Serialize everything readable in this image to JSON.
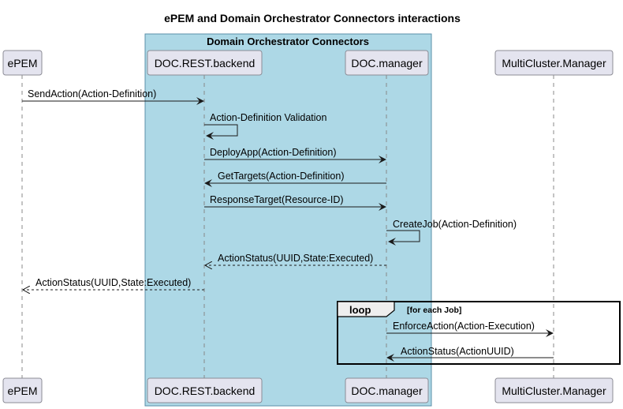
{
  "title": "ePEM and Domain Orchestrator Connectors interactions",
  "box": {
    "title": "Domain Orchestrator Connectors",
    "color": "#add8e6"
  },
  "participants": [
    {
      "id": "epem",
      "label": "ePEM"
    },
    {
      "id": "rest",
      "label": "DOC.REST.backend"
    },
    {
      "id": "mgr",
      "label": "DOC.manager"
    },
    {
      "id": "mc",
      "label": "MultiCluster.Manager"
    }
  ],
  "messages": [
    {
      "from": "epem",
      "to": "rest",
      "label": "SendAction(Action-Definition)",
      "style": "solid"
    },
    {
      "from": "rest",
      "to": "rest",
      "label": "Action-Definition Validation",
      "style": "solid"
    },
    {
      "from": "rest",
      "to": "mgr",
      "label": "DeployApp(Action-Definition)",
      "style": "solid"
    },
    {
      "from": "mgr",
      "to": "rest",
      "label": "GetTargets(Action-Definition)",
      "style": "solid"
    },
    {
      "from": "rest",
      "to": "mgr",
      "label": "ResponseTarget(Resource-ID)",
      "style": "solid"
    },
    {
      "from": "mgr",
      "to": "mgr",
      "label": "CreateJob(Action-Definition)",
      "style": "solid"
    },
    {
      "from": "mgr",
      "to": "rest",
      "label": "ActionStatus(UUID,State:Executed)",
      "style": "dashed"
    },
    {
      "from": "rest",
      "to": "epem",
      "label": "ActionStatus(UUID,State:Executed)",
      "style": "dashed"
    },
    {
      "from": "mgr",
      "to": "mc",
      "label": "EnforceAction(Action-Execution)",
      "style": "solid"
    },
    {
      "from": "mc",
      "to": "mgr",
      "label": "ActionStatus(ActionUUID)",
      "style": "solid"
    }
  ],
  "loop": {
    "keyword": "loop",
    "condition": "[for each Job]"
  }
}
